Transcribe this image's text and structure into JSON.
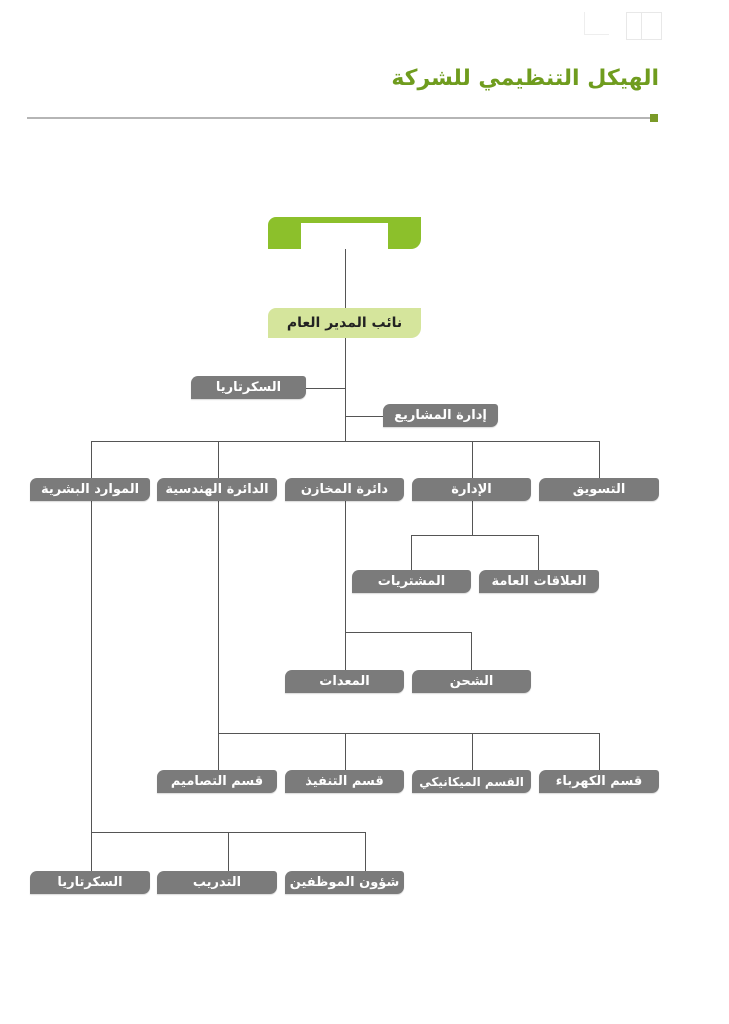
{
  "header": {
    "title": "الهيكل التنظيمي للشركة"
  },
  "colors": {
    "brand_green": "#8cc02b",
    "deputy_green": "#d5e59c",
    "box_gray": "#7b7b7b",
    "title_green": "#6f9c1e"
  },
  "chart": {
    "deputy": "نائب المدير العام",
    "secretariat": "السكرتاريا",
    "projects": "إدارة المشاريع",
    "departments": {
      "hr": "الموارد البشرية",
      "engineering": "الدائرة الهندسية",
      "warehouses": "دائرة المخازن",
      "administration": "الإدارة",
      "marketing": "التسويق"
    },
    "administration_children": {
      "purchases": "المشتريات",
      "public_relations": "العلاقات العامة"
    },
    "warehouses_children": {
      "equipment": "المعدات",
      "shipping": "الشحن"
    },
    "engineering_children": {
      "designs": "قسم التصاميم",
      "execution": "قسم التنفيذ",
      "mechanical": "القسم الميكانيكي",
      "electrical": "قسم الكهرباء"
    },
    "hr_children": {
      "secretariat": "السكرتاريا",
      "training": "التدريب",
      "personnel": "شؤون الموظفين"
    }
  }
}
